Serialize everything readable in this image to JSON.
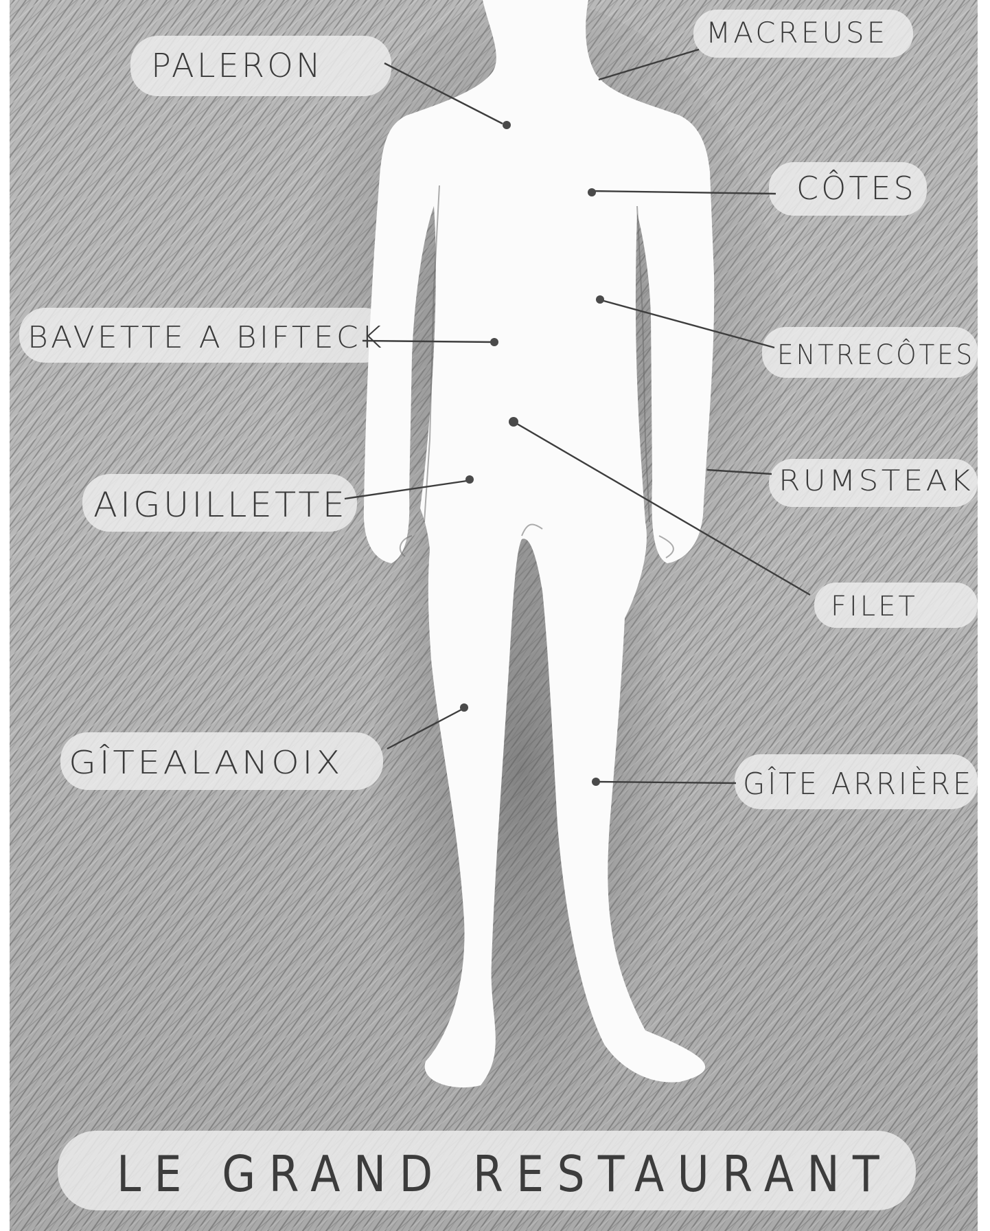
{
  "title": "LE GRAND RESTAURANT",
  "labels": {
    "paleron": "PALERON",
    "macreuse": "MACREUSE",
    "cotes": "CÔTES",
    "bavette": "BAVETTE A BIFTECK",
    "entrecotes": "ENTRECÔTES",
    "aiguillette": "AIGUILLETTE",
    "rumsteak": "RUMSTEAK",
    "filet": "FILET",
    "gite_noix": "GÎTEALANOIX",
    "gite_arriere": "GÎTE ARRIÈRE"
  },
  "colors": {
    "paper": "#ffffff",
    "graphite": "#3a3a3a",
    "shading": "#9a9a9a"
  }
}
